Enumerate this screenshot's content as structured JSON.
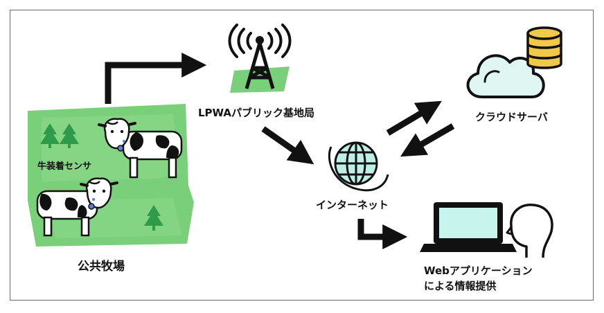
{
  "labels": {
    "farm": "公共牧場",
    "sensor": "牛装着センサ",
    "base_station": "LPWAパブリック基地局",
    "internet": "インターネット",
    "cloud_server": "クラウドサーバ",
    "web_app_line1": "Webアプリケーション",
    "web_app_line2": "による情報提供"
  },
  "colors": {
    "pasture_green": "#7ad07a",
    "tree_green": "#2e9a4a",
    "cloud_fill": "#dff6f2",
    "database_gold": "#f0c84a",
    "screen_fill": "#c8f4ee",
    "globe_fill": "#bfeee6",
    "ink": "#111111"
  },
  "icons": [
    "antenna-tower-icon",
    "cow-icon",
    "tree-icon",
    "cloud-icon",
    "database-icon",
    "globe-icon",
    "laptop-icon",
    "person-head-icon"
  ]
}
